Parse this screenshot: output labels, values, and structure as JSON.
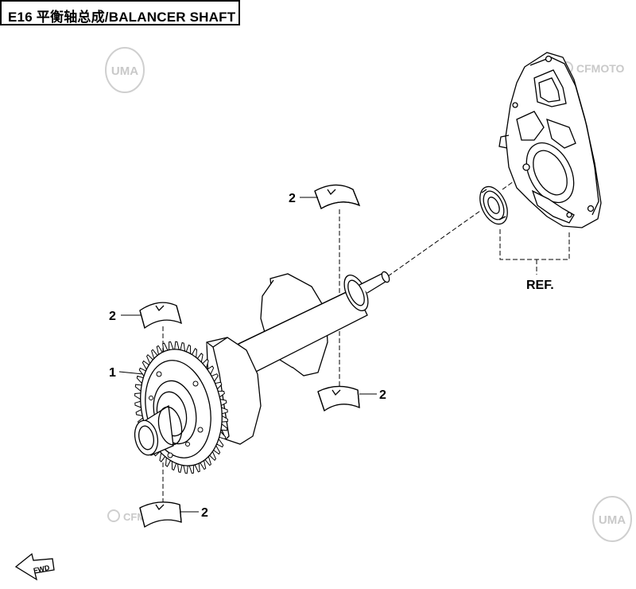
{
  "title": {
    "code": "E16",
    "text": "平衡轴总成/BALANCER SHAFT"
  },
  "callouts": {
    "bearing_top": "2",
    "bearing_left": "2",
    "gear": "1",
    "bearing_right": "2",
    "bearing_bottom": "2",
    "ref": "REF."
  },
  "watermarks": {
    "uma": "UMA",
    "cfmoto": "CFMOTO"
  },
  "fwd_label": "FWD",
  "colors": {
    "line": "#000000",
    "watermark": "#c9c9c9",
    "background": "#ffffff"
  }
}
